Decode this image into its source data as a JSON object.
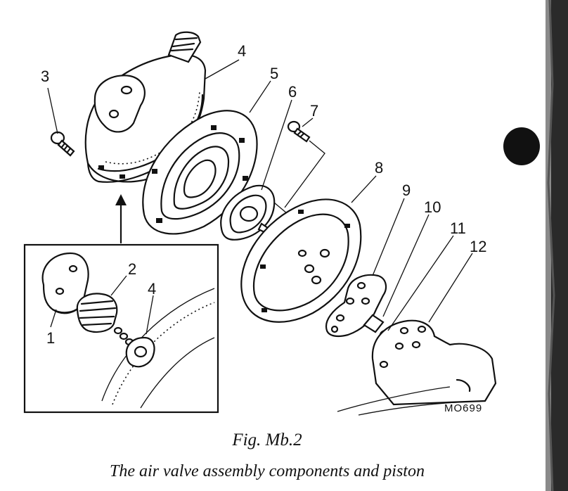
{
  "callouts": [
    "1",
    "2",
    "3",
    "4",
    "4",
    "5",
    "6",
    "7",
    "8",
    "9",
    "10",
    "11",
    "12"
  ],
  "diagram_code": "MO699",
  "figure_label": "Fig. Mb.2",
  "caption": "The air valve assembly components and piston"
}
